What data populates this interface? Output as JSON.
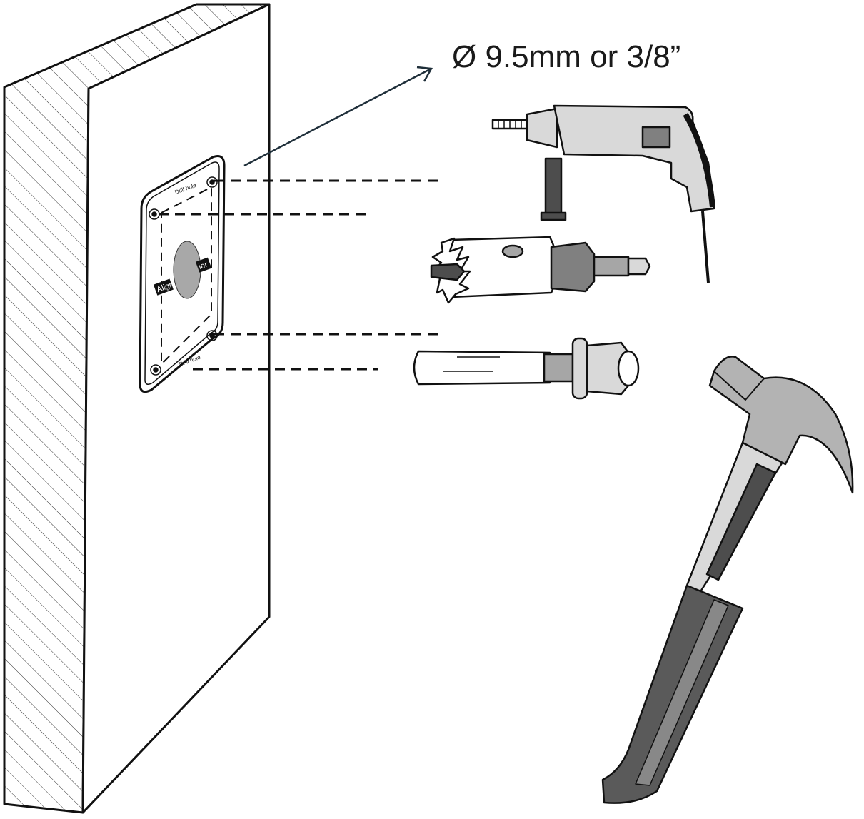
{
  "annotation": {
    "hole_diameter": "Ø 9.5mm or 3/8”"
  },
  "template": {
    "top_label": "Drill hole",
    "bottom_label": "Drill hole",
    "center_label_left": "Align",
    "center_label_right": "ier"
  },
  "colors": {
    "outline": "#1a1a1a",
    "arrow": "#1f2f3a",
    "tool_light_gray": "#d9d9d9",
    "tool_mid_gray": "#a6a6a6",
    "tool_dark_gray": "#4d4d4d",
    "template_circle": "#a8a8a8"
  }
}
